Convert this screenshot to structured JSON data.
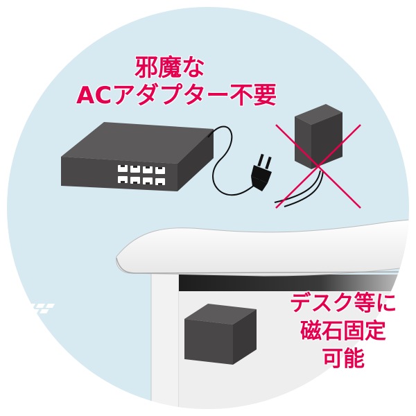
{
  "captions": {
    "no_adapter": {
      "line1": "邪魔な",
      "line2": "ACアダプター不要"
    },
    "magnet_mount": {
      "line1": "デスク等に",
      "line2": "磁石固定",
      "line3": "可能"
    }
  },
  "colors": {
    "background_circle": "#d7e9f1",
    "caption_text": "#e5004f",
    "cross_mark": "#e4004b",
    "device_body": "#4a4748",
    "device_top": "#5d5a5b",
    "ports": "#ffffff",
    "desk_top": "#f4f4f4",
    "desk_underside": "#2b2b2b"
  },
  "icons": {
    "network_switch": "network-switch-icon",
    "usb_plug": "usb-plug-icon",
    "ac_adapter": "ac-adapter-icon",
    "cross_mark": "cross-mark-icon",
    "desk": "desk-icon",
    "mounted_switch": "mounted-switch-icon"
  }
}
